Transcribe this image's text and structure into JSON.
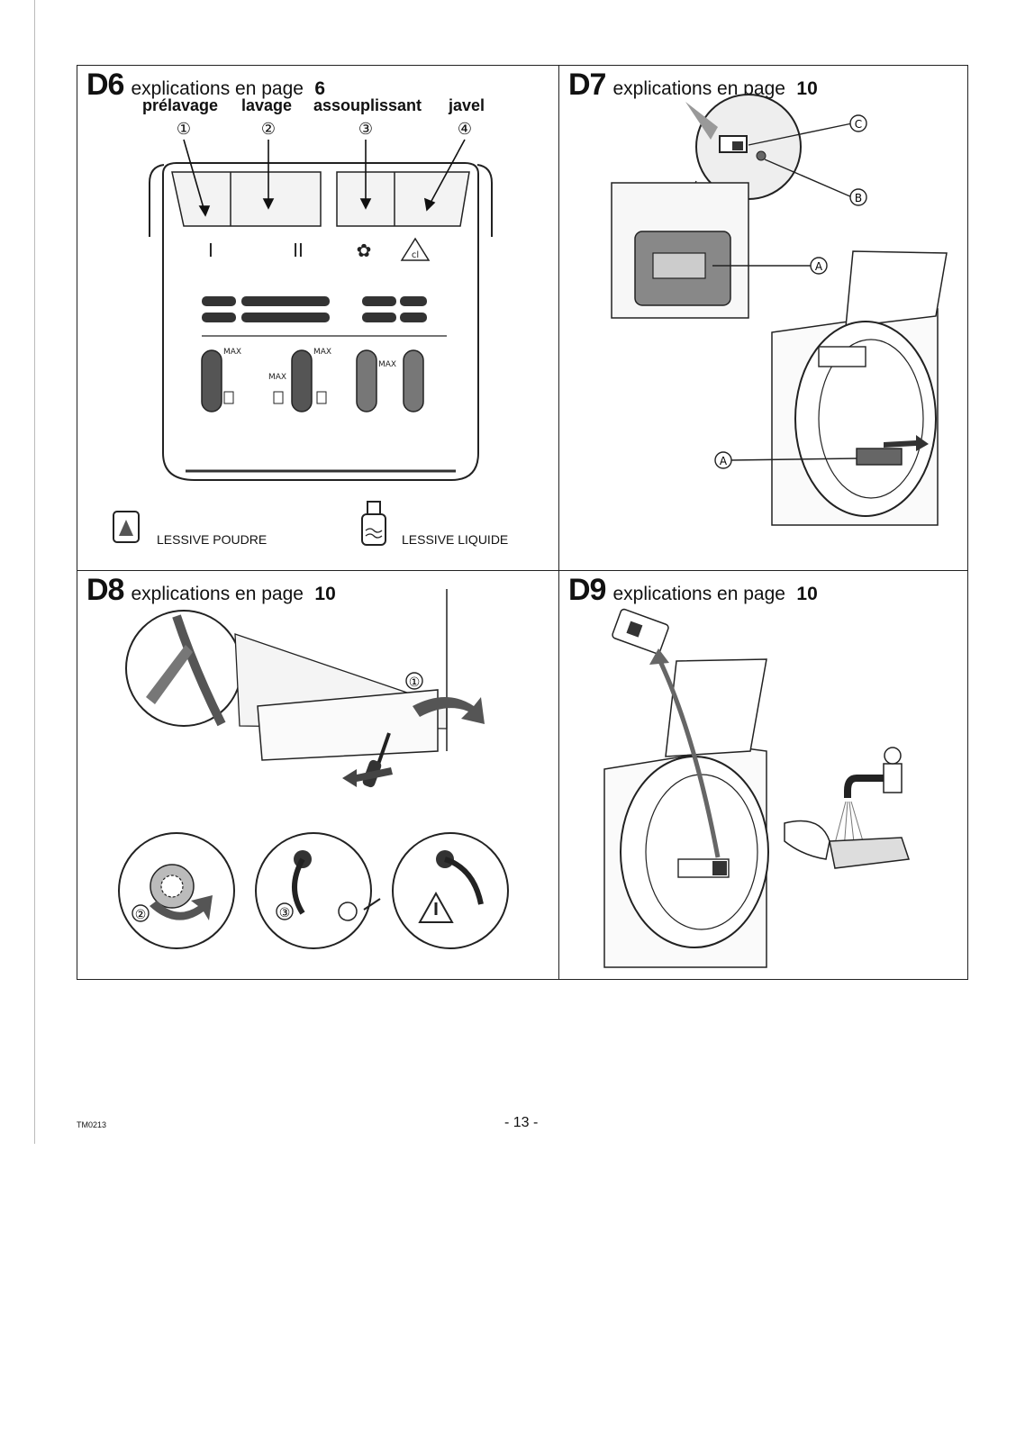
{
  "panels": {
    "d6": {
      "code": "D6",
      "text": "explications en page",
      "page": "6",
      "compartments": [
        {
          "label": "prélavage",
          "number": "①"
        },
        {
          "label": "lavage",
          "number": "②"
        },
        {
          "label": "assouplissant",
          "number": "③"
        },
        {
          "label": "javel",
          "number": "④"
        }
      ],
      "slot_symbols": [
        "I",
        "II",
        "✿",
        "cl"
      ],
      "max_labels": [
        "MAX",
        "MAX",
        "MAX",
        "MAX"
      ],
      "legend_powder": "LESSIVE POUDRE",
      "legend_liquid": "LESSIVE LIQUIDE"
    },
    "d7": {
      "code": "D7",
      "text": "explications en page",
      "page": "10",
      "callouts": [
        "C",
        "B",
        "A",
        "A"
      ]
    },
    "d8": {
      "code": "D8",
      "text": "explications en page",
      "page": "10",
      "steps": [
        "①",
        "②",
        "③"
      ]
    },
    "d9": {
      "code": "D9",
      "text": "explications en page",
      "page": "10"
    }
  },
  "footer": {
    "ref": "TM0213",
    "page_number": "- 13 -"
  }
}
